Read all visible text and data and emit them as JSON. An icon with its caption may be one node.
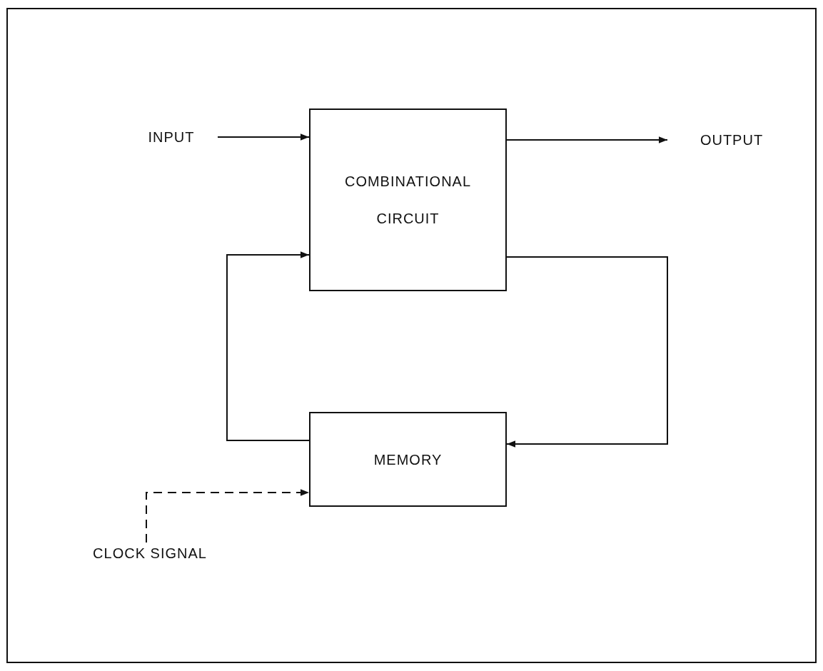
{
  "diagram": {
    "nodes": [
      {
        "text": [
          "INPUT"
        ]
      },
      {
        "text": [
          "COMBINATIONAL CIRCUIT"
        ]
      },
      {
        "text": [
          "OUTPUT"
        ]
      },
      {
        "text": [
          "MEMORY"
        ]
      },
      {
        "text": [
          "CLOCK SIGNAL"
        ]
      }
    ],
    "edges": [
      {
        "from": 0,
        "to": 1,
        "arrow": "to"
      },
      {
        "from": 1,
        "to": 2,
        "arrow": "to"
      },
      {
        "from": 1,
        "to": 3,
        "arrow": "to"
      },
      {
        "from": 3,
        "to": 1,
        "arrow": "to"
      },
      {
        "from": 4,
        "to": 3,
        "arrow": "to",
        "style": "dashed"
      }
    ]
  }
}
